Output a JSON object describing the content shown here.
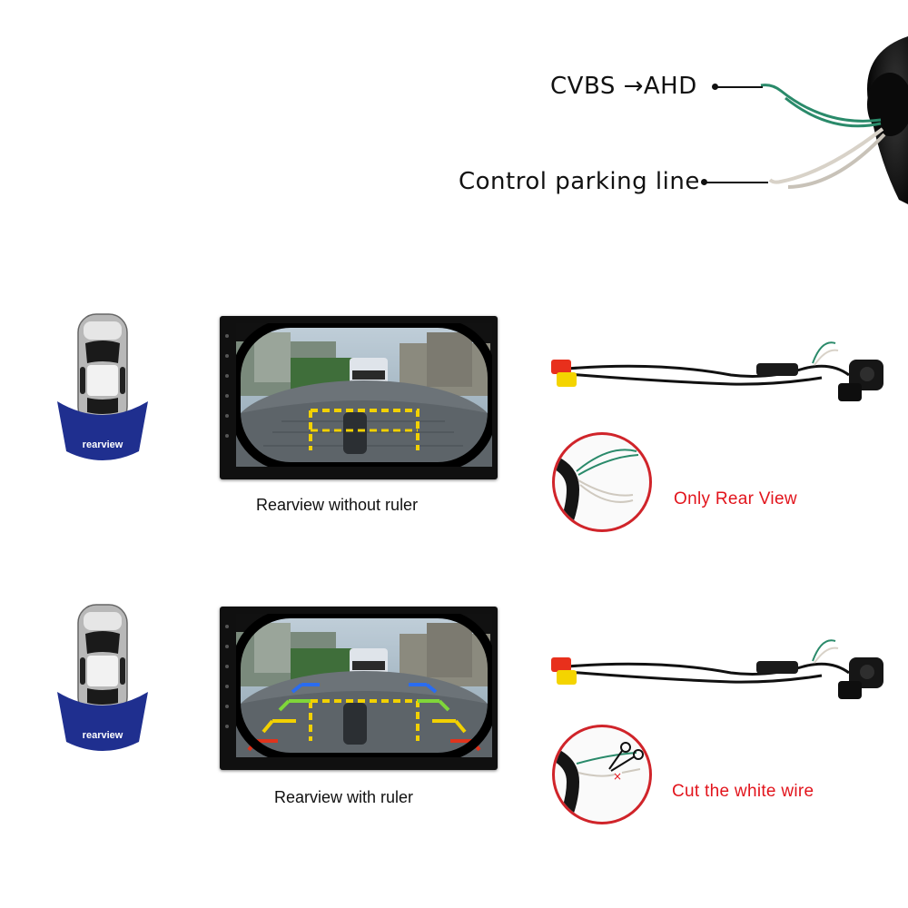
{
  "callouts": {
    "cvbs_ahd": "CVBS →AHD",
    "control_parking": "Control parking line"
  },
  "row1": {
    "badge_label": "rearview",
    "caption": "Rearview without ruler",
    "note": "Only Rear View"
  },
  "row2": {
    "badge_label": "rearview",
    "caption": "Rearview with ruler",
    "note": "Cut the white wire"
  },
  "colors": {
    "note_red": "#e2141c",
    "badge_blue": "#1f2f8f",
    "ruler_blue": "#2a6cf0",
    "ruler_green": "#7fd63a",
    "ruler_yellow": "#f2d100",
    "ruler_red": "#e0331c"
  }
}
